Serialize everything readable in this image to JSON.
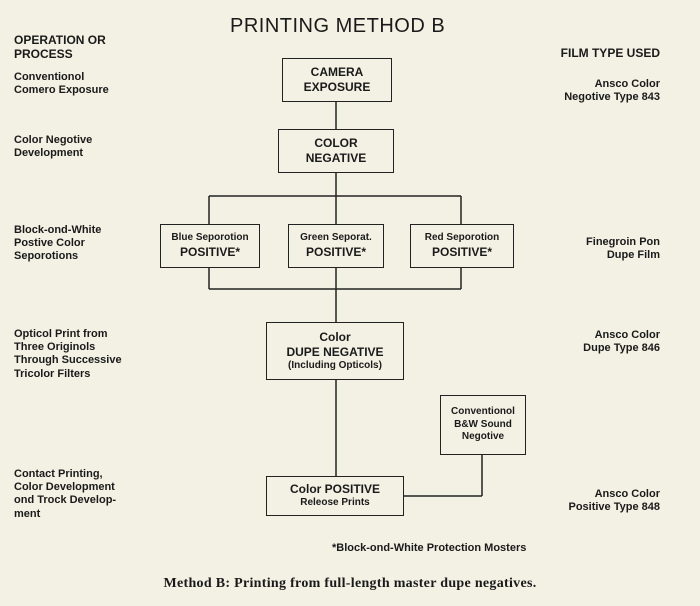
{
  "title": "PRINTING METHOD   B",
  "headers": {
    "left": "OPERATION OR\nPROCESS",
    "right": "FILM TYPE USED"
  },
  "operations": [
    "Conventionol\nComero Exposure",
    "Color Negotive\nDevelopment",
    "Block-ond-White\nPostive Color\nSeporotions",
    "Opticol Print from\nThree Originols\nThrough Successive\nTricolor Filters",
    "Contact Printing,\nColor Development\nond Trock Develop-\nment"
  ],
  "film_types": [
    "Ansco Color\nNegotive Type 843",
    "Finegroin Pon\nDupe Film",
    "Ansco Color\nDupe Type 846",
    "Ansco Color\nPositive Type 848"
  ],
  "boxes": {
    "camera": [
      "CAMERA",
      "EXPOSURE"
    ],
    "negative": [
      "COLOR",
      "NEGATIVE"
    ],
    "blue": [
      "Blue Seporotion",
      "POSITIVE*"
    ],
    "green": [
      "Green Seporat.",
      "POSITIVE*"
    ],
    "red": [
      "Red Seporotion",
      "POSITIVE*"
    ],
    "dupe": [
      "Color",
      "DUPE NEGATIVE",
      "(Including Opticols)"
    ],
    "sound": [
      "Conventionol",
      "B&W Sound",
      "Negotive"
    ],
    "release": [
      "Color POSITIVE",
      "Releose Prints"
    ]
  },
  "footnote": "*Block-ond-White  Protection Mosters",
  "caption": "Method B:  Printing from full-length master dupe negatives."
}
